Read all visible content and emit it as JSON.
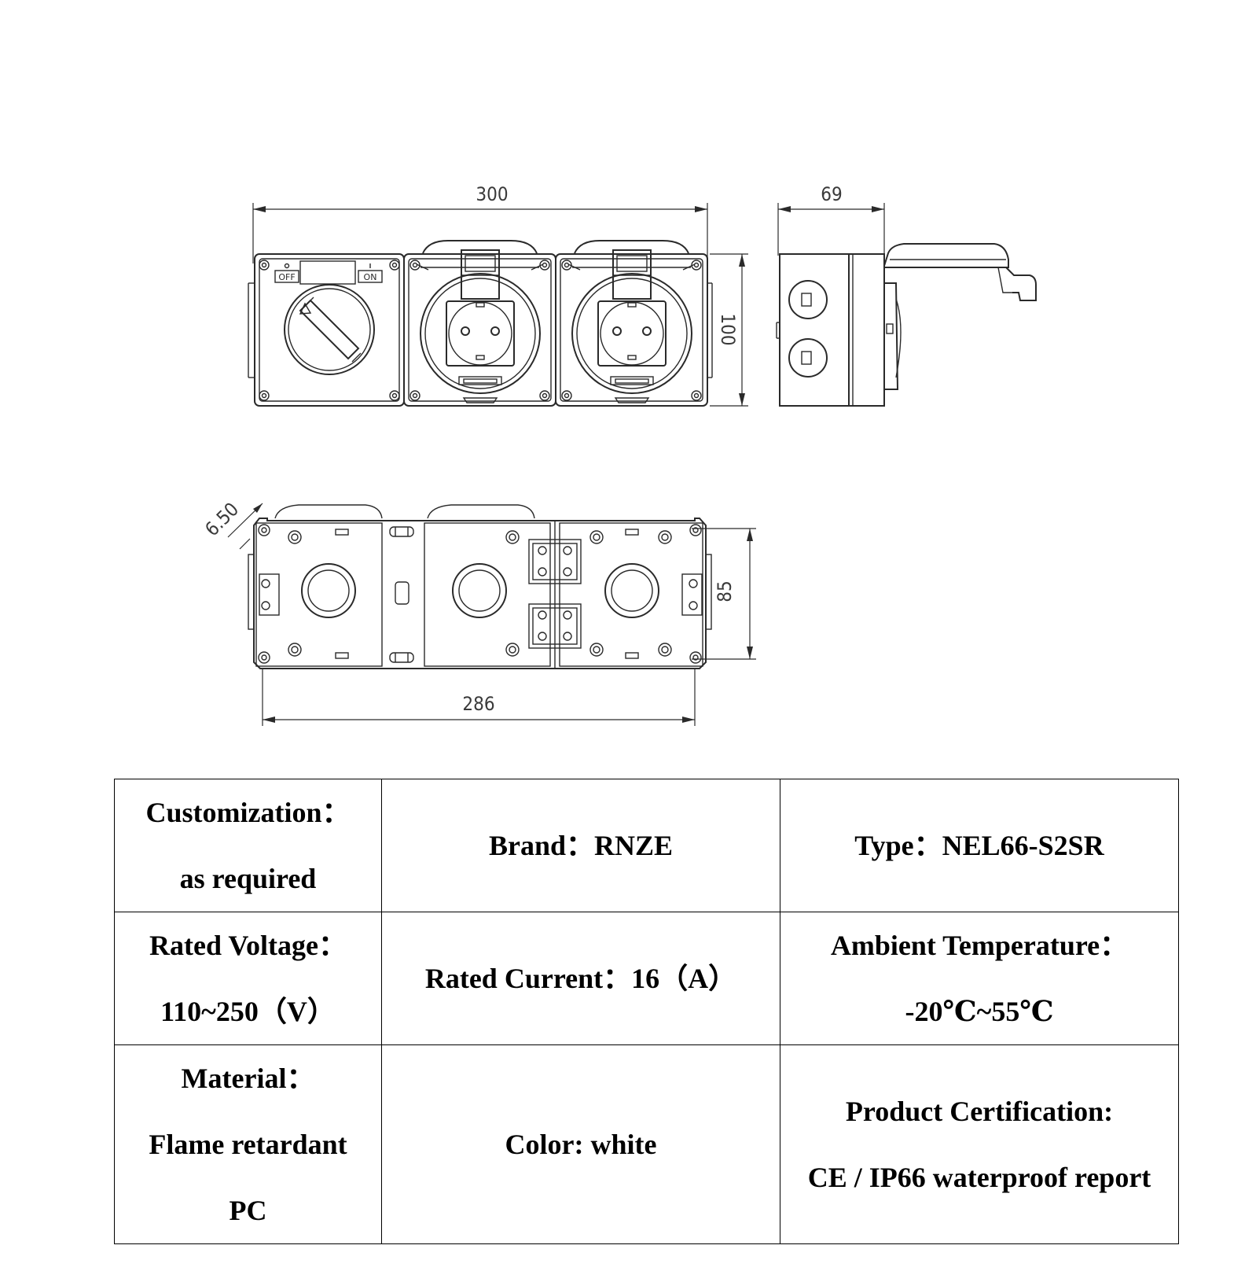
{
  "dimensions": {
    "front_width": "300",
    "side_depth": "69",
    "height": "100",
    "back_angle": "6.50",
    "back_height": "85",
    "back_width": "286"
  },
  "switch_labels": {
    "off": "OFF",
    "on": "ON"
  },
  "specs": {
    "customization_label": "Customization：",
    "customization_value": "as required",
    "brand": "Brand：RNZE",
    "type": "Type：NEL66-S2SR",
    "voltage_label": "Rated Voltage：",
    "voltage_value": "110~250（V）",
    "current": "Rated Current：16（A）",
    "temperature_label": "Ambient Temperature：",
    "temperature_value": "-20℃~55℃",
    "material_label": "Material：",
    "material_value_1": "Flame retardant",
    "material_value_2": "PC",
    "color": "Color: white",
    "certification_label": "Product Certification:",
    "certification_value": "CE / IP66 waterproof report"
  }
}
